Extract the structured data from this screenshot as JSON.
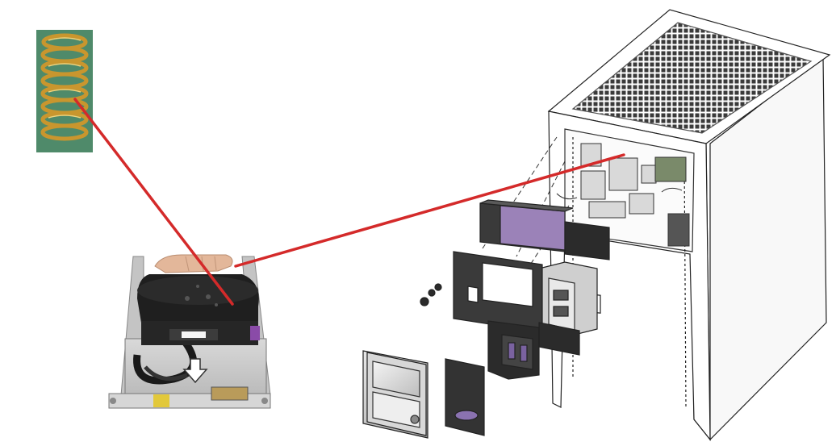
{
  "colors": {
    "background": "#ffffff",
    "callout_line": "#d42a2a",
    "spring_gold": "#c9962e",
    "spring_bg": "#4f8a6a",
    "purple_part": "#9b82b8",
    "dark_part": "#2b2b2b",
    "cabinet_outline": "#222222"
  },
  "callouts": [
    {
      "name": "spring-to-tray-callout",
      "from": "spring-photo",
      "to": "tray-photo"
    },
    {
      "name": "tray-to-cabinet-callout",
      "from": "tray-photo",
      "to": "cabinet-drawing"
    }
  ],
  "icons": [
    "spring-photo",
    "tray-photo",
    "down-arrow-icon",
    "cabinet-drawing",
    "hex-bolt-icon"
  ]
}
